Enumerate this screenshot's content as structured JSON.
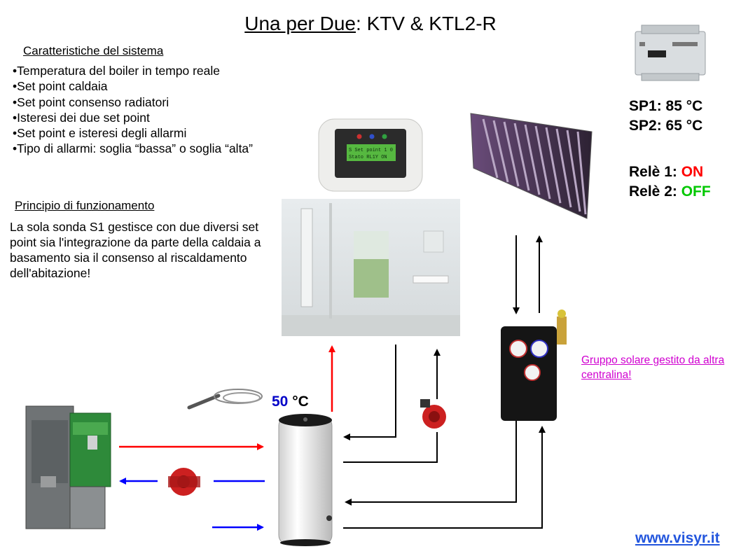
{
  "title": {
    "underlined": "Una per Due",
    "rest": ": KTV & KTL2-R"
  },
  "features": {
    "heading": "Caratteristiche del sistema",
    "items": [
      "Temperatura del boiler in tempo reale",
      "Set point caldaia",
      "Set point consenso radiatori",
      "Isteresi dei due set point",
      "Set point e isteresi degli allarmi",
      "Tipo di allarmi: soglia “bassa” o soglia “alta”"
    ]
  },
  "principle": {
    "heading": "Principio di funzionamento",
    "text": "La sola sonda S1 gestisce con due diversi set point sia l'integrazione da parte della caldaia a basamento sia il consenso al riscaldamento dell'abitazione!"
  },
  "setpoints": {
    "sp1": "SP1: 85 °C",
    "sp2": "SP2: 65 °C"
  },
  "relays": {
    "r1_label": "Relè 1: ",
    "r1_state": "ON",
    "r2_label": "Relè 2: ",
    "r2_state": "OFF"
  },
  "display": {
    "line1": "S Set point 1 0",
    "line2": "Stato RL1Y    ON"
  },
  "boiler_temp": {
    "value": "50",
    "unit": " °C"
  },
  "solar_note": "Gruppo solare gestito da altra centralina!",
  "website": "www.visyr.it",
  "colors": {
    "hot": "#ff0000",
    "cold": "#0000ff",
    "on": "#ff0000",
    "off": "#00c800",
    "link": "#d000d0"
  }
}
